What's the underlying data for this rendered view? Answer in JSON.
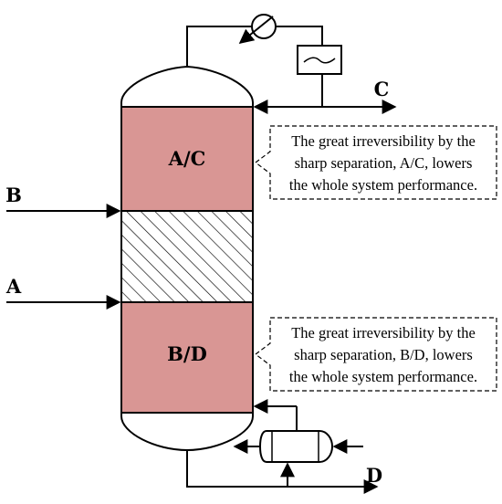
{
  "streams": {
    "feed_b": "B",
    "feed_a": "A",
    "distillate": "C",
    "bottoms": "D"
  },
  "sections": {
    "upper": "A/C",
    "lower": "B/D"
  },
  "notes": {
    "upper": [
      "The great irreversibility by the",
      "sharp separation, A/C, lowers",
      "the whole system performance."
    ],
    "lower": [
      "The great irreversibility by the",
      "sharp separation, B/D, lowers",
      "the whole system performance."
    ]
  },
  "colors": {
    "section_fill": "#d99694",
    "line": "#000000"
  }
}
